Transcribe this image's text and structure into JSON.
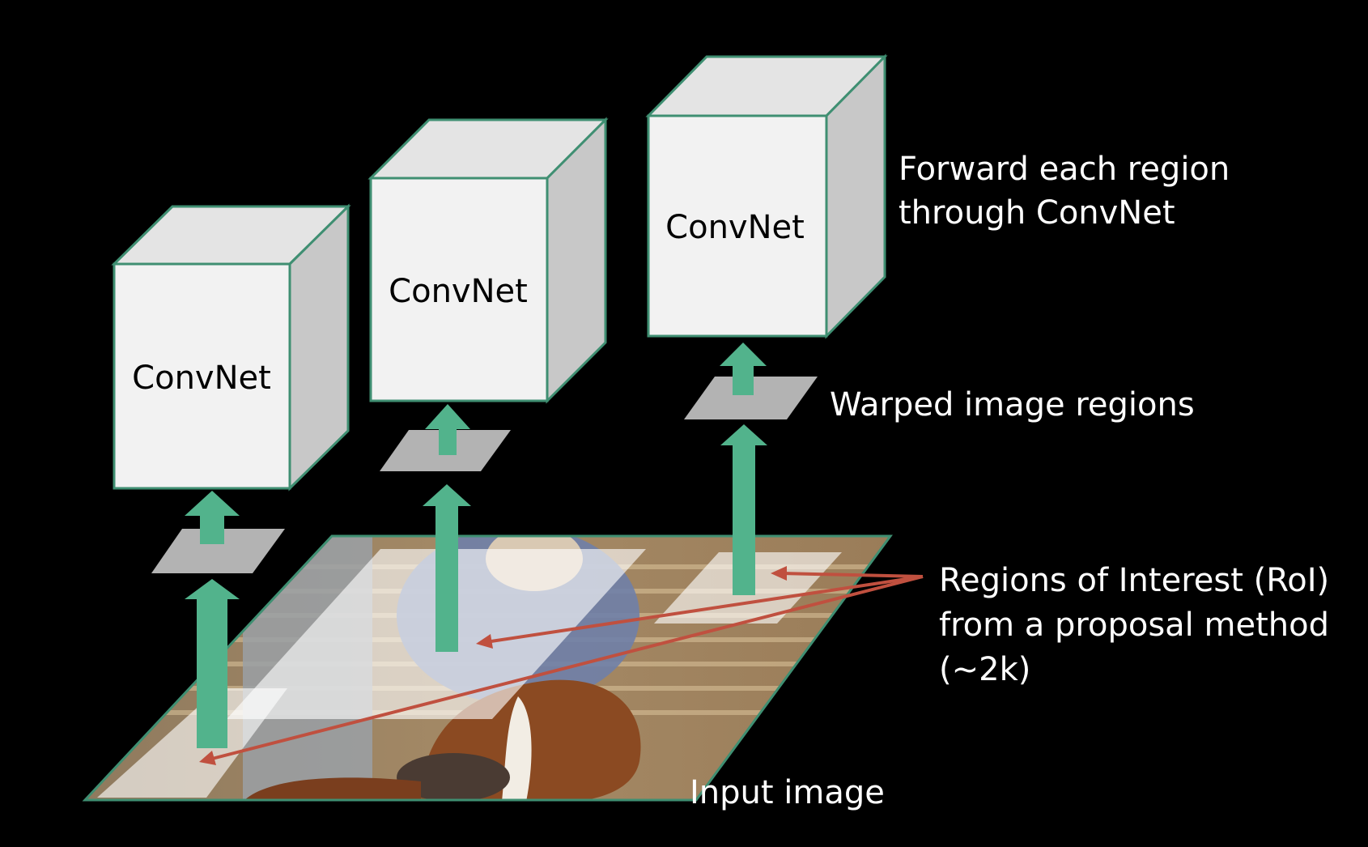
{
  "colors": {
    "background": "#000000",
    "box_front": "#f2f2f2",
    "box_side": "#c8c8c8",
    "box_top": "#e4e4e4",
    "box_outline": "#3f8f72",
    "arrow": "#52b38c",
    "warped_region": "#b3b3b3",
    "roi_fill": "#ffffff",
    "pointer_line": "#c0503f"
  },
  "boxes": [
    {
      "label": "ConvNet"
    },
    {
      "label": "ConvNet"
    },
    {
      "label": "ConvNet"
    }
  ],
  "annotations": {
    "forward_line1": "Forward each region",
    "forward_line2": "through  ConvNet",
    "warped": "Warped image regions",
    "roi_line1": "Regions of Interest (RoI)",
    "roi_line2": "from a proposal method",
    "roi_line3": "(~2k)",
    "input": "Input image"
  }
}
